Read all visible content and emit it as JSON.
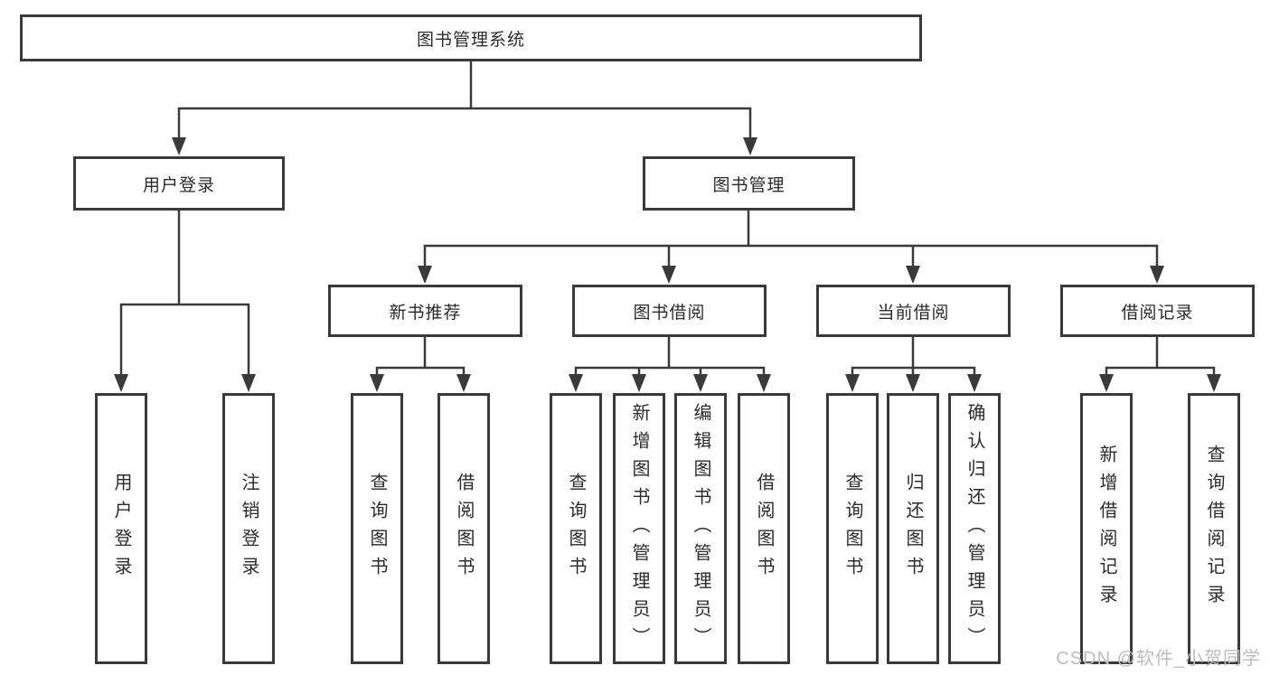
{
  "title": "图书管理系统",
  "tree": {
    "root": {
      "label": "图书管理系统"
    },
    "branches": [
      {
        "label": "用户登录",
        "children": [
          "用户登录",
          "注销登录"
        ]
      },
      {
        "label": "图书管理",
        "sections": [
          {
            "label": "新书推荐",
            "children": [
              "查询图书",
              "借阅图书"
            ]
          },
          {
            "label": "图书借阅",
            "children": [
              "查询图书",
              "新增图书（管理员）",
              "编辑图书（管理员）",
              "借阅图书"
            ]
          },
          {
            "label": "当前借阅",
            "children": [
              "查询图书",
              "归还图书",
              "确认归还（管理员）"
            ]
          },
          {
            "label": "借阅记录",
            "children": [
              "新增借阅记录",
              "查询借阅记录"
            ]
          }
        ]
      }
    ]
  },
  "watermark": "CSDN @软件_小贺同学",
  "colors": {
    "line": "#3a3a3a",
    "text": "#2b2b2b",
    "watermark": "#bdbdbd",
    "background": "#ffffff"
  }
}
